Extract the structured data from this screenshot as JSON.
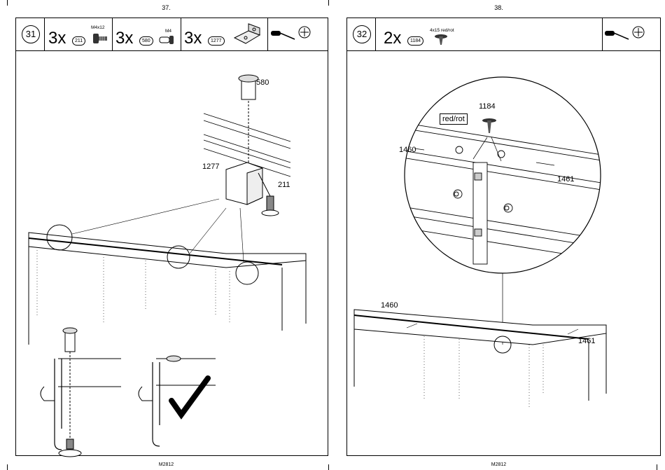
{
  "left_page": {
    "page_number": "37.",
    "footer": "M2812",
    "step": {
      "number": "31",
      "parts": [
        {
          "qty": "3x",
          "ref": "211",
          "label": "M4x12"
        },
        {
          "qty": "3x",
          "ref": "580",
          "label": "M4"
        },
        {
          "qty": "3x",
          "ref": "1277",
          "label": ""
        }
      ]
    },
    "callouts": [
      "580",
      "1277",
      "211"
    ]
  },
  "right_page": {
    "page_number": "38.",
    "footer": "M2812",
    "step": {
      "number": "32",
      "parts": [
        {
          "qty": "2x",
          "ref": "1184",
          "label": "4x15 red/rot"
        }
      ]
    },
    "callouts": [
      "1184",
      "red/rot",
      "1460",
      "1461",
      "1460",
      "1461"
    ]
  },
  "icons": [
    "screwdriver-icon",
    "phillips-head-icon",
    "checkmark-icon"
  ]
}
